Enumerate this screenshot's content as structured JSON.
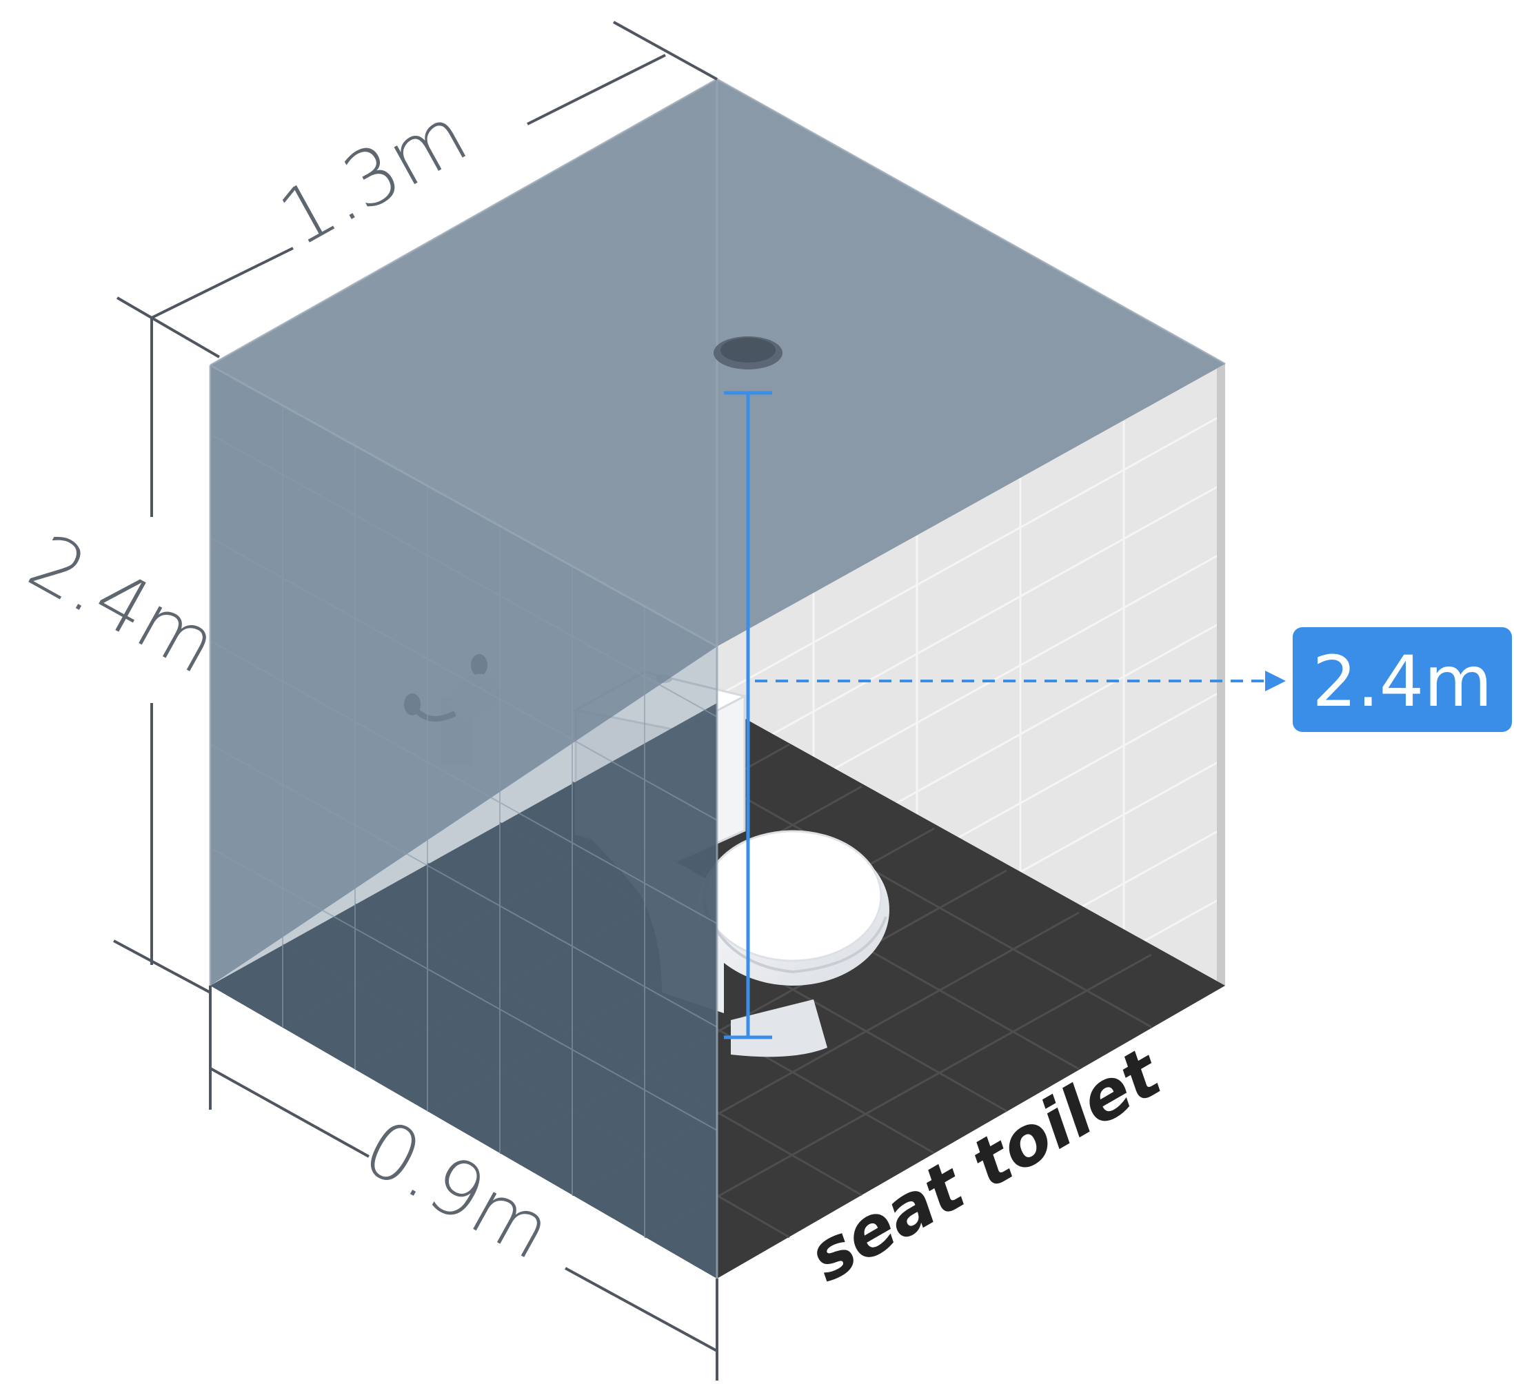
{
  "dimensions": {
    "depth": "1.3m",
    "height": "2.4m",
    "width": "0.9m"
  },
  "badge": {
    "value": "2.4m"
  },
  "floor_label": "seat toilet",
  "colors": {
    "wall_overlay": "#6e8194",
    "floor_overlay": "#243547",
    "floor_tile": "#3a3a3a",
    "right_wall": "#e4e4e4",
    "accent": "#3a8ee8",
    "dimension_line": "#4f5660"
  }
}
